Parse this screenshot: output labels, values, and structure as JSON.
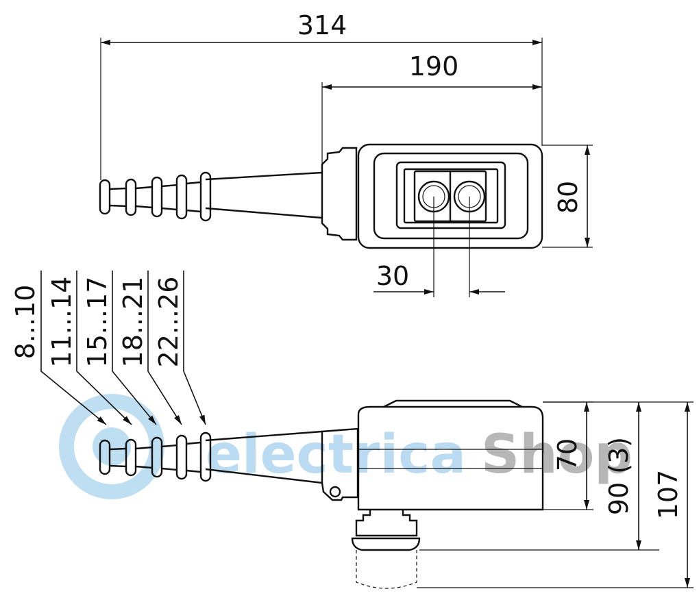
{
  "dimensions": {
    "overall_length": "314",
    "box_length": "190",
    "box_width": "80",
    "button_spacing": "30",
    "box_height": "70",
    "height_with_button": "90 (3)",
    "total_height": "107"
  },
  "cable_ranges": [
    "8...10",
    "11...14",
    "15...17",
    "18...21",
    "22...26"
  ],
  "watermark": {
    "text_left": "electrica",
    "text_right": "Shop",
    "color_light": "#a9d3ee",
    "color_gray": "#a6a6a6"
  }
}
